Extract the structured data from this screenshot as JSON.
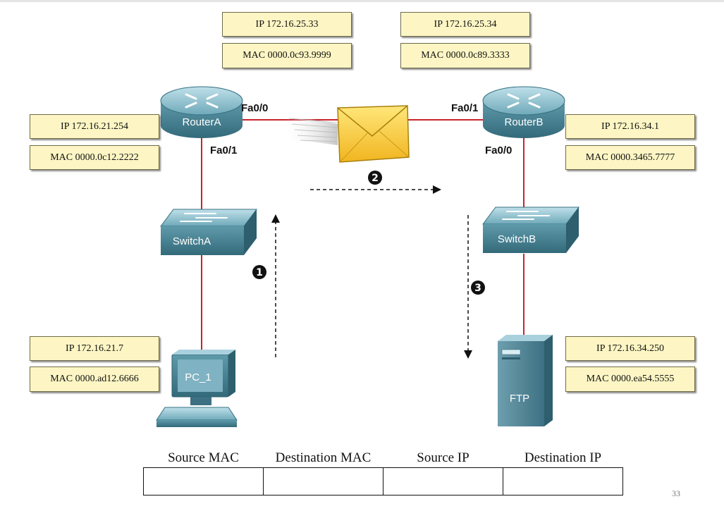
{
  "routerA_if0": {
    "ip": "IP 172.16.25.33",
    "mac": "MAC 0000.0c93.9999"
  },
  "routerB_if1": {
    "ip": "IP 172.16.25.34",
    "mac": "MAC 0000.0c89.3333"
  },
  "routerA_if1": {
    "ip": "IP 172.16.21.254",
    "mac": "MAC 0000.0c12.2222"
  },
  "routerB_if0": {
    "ip": "IP 172.16.34.1",
    "mac": "MAC 0000.3465.7777"
  },
  "pc1": {
    "ip": "IP 172.16.21.7",
    "mac": "MAC 0000.ad12.6666"
  },
  "ftp": {
    "ip": "IP 172.16.34.250",
    "mac": "MAC 0000.ea54.5555"
  },
  "devices": {
    "routerA": "RouterA",
    "routerB": "RouterB",
    "switchA": "SwitchA",
    "switchB": "SwitchB",
    "pc": "PC_1",
    "server": "FTP"
  },
  "ports": {
    "routerA_top": "Fa0/0",
    "routerA_bottom": "Fa0/1",
    "routerB_top": "Fa0/1",
    "routerB_bottom": "Fa0/0"
  },
  "steps": {
    "one": "1",
    "two": "2",
    "three": "3"
  },
  "table": {
    "headers": [
      "Source MAC",
      "Destination MAC",
      "Source IP",
      "Destination IP"
    ]
  },
  "page_number": "33",
  "colors": {
    "link": "#c8232c",
    "label_bg": "#fdf6c4",
    "device": "#4b8797",
    "envelope": "#f6c637"
  }
}
